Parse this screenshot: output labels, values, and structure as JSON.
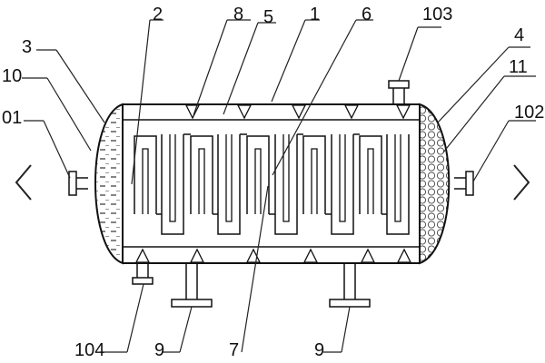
{
  "labels": {
    "l01": "01",
    "l10": "10",
    "l3": "3",
    "l2": "2",
    "l8": "8",
    "l5": "5",
    "l1": "1",
    "l6": "6",
    "l103": "103",
    "l4": "4",
    "l11": "11",
    "l102": "102",
    "l104": "104",
    "l9a": "9",
    "l7": "7",
    "l9b": "9"
  },
  "nav": {
    "prev_icon": "chevron-left-icon",
    "next_icon": "chevron-right-icon"
  }
}
